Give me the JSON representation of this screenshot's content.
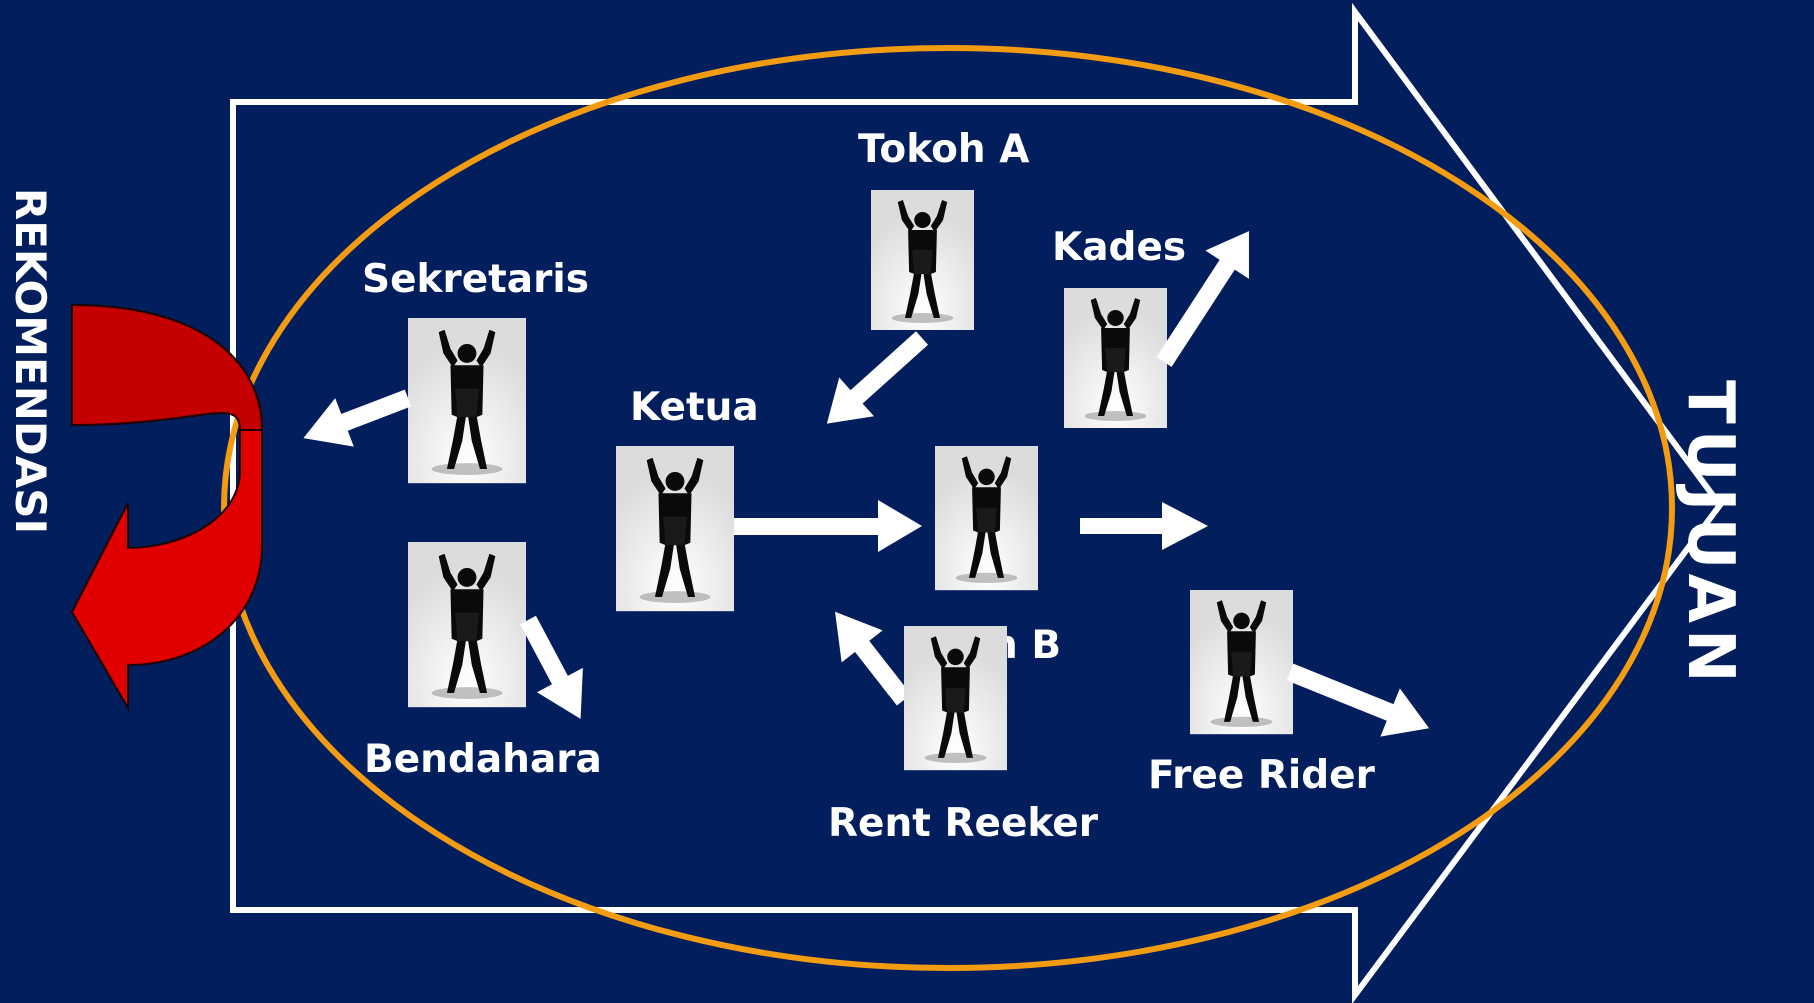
{
  "colors": {
    "background": "#021e5d",
    "ellipse": "#f39c12",
    "outline": "#ffffff",
    "curved_arrow": "#e00000",
    "figure_bg": "#f2f2f2",
    "figure": "#0a0a0a"
  },
  "side_labels": {
    "left": "REKOMENDASI",
    "right": "TUJUAN"
  },
  "labels": {
    "tokoh_a": "Tokoh A",
    "kades": "Kades",
    "sekretaris": "Sekretaris",
    "ketua": "Ketua",
    "tokoh_b_partial": "h B",
    "bendahara": "Bendahara",
    "rent_reeker": "Rent Reeker",
    "free_rider": "Free Rider"
  },
  "figures": [
    "tokoh-a",
    "kades",
    "sekretaris",
    "bendahara",
    "ketua",
    "center",
    "rent-reeker",
    "free-rider"
  ],
  "icons": {
    "curved_arrow": "curved-return-arrow-icon",
    "person": "person-silhouette-icon"
  }
}
